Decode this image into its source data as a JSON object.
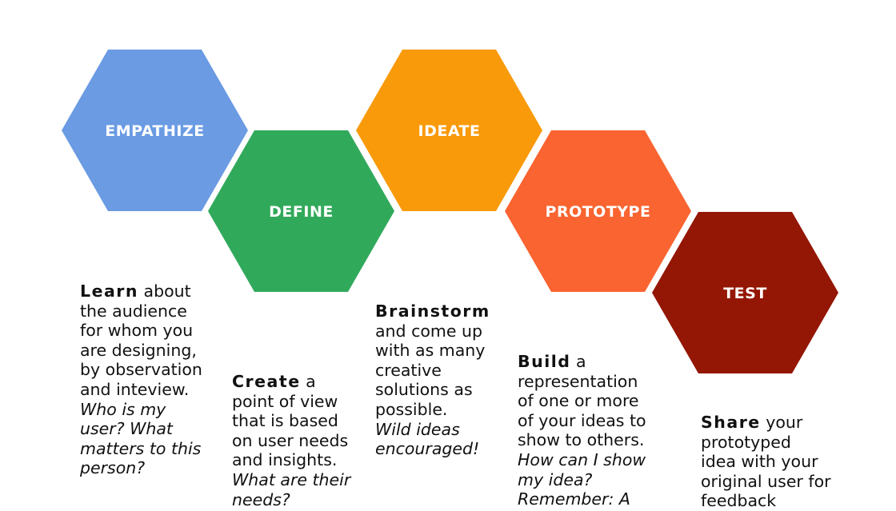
{
  "stages": [
    {
      "label": "Empathize",
      "color": "#6A9BE3"
    },
    {
      "label": "Define",
      "color": "#31A95B"
    },
    {
      "label": "Ideate",
      "color": "#F99A0A"
    },
    {
      "label": "Prototype",
      "color": "#FA6430"
    },
    {
      "label": "Test",
      "color": "#941604"
    }
  ],
  "descriptions": [
    {
      "lead": "Learn",
      "first_rest": " about",
      "lines": [
        "the audience",
        "for whom you",
        "are designing,",
        "by observation",
        "and inteview."
      ],
      "italic": [
        "Who is my",
        "user? What",
        "matters to this",
        "person?"
      ]
    },
    {
      "lead": "Create",
      "first_rest": " a",
      "lines": [
        "point of view",
        "that is based",
        "on user needs",
        "and insights."
      ],
      "italic": [
        "What are their",
        "needs?"
      ]
    },
    {
      "lead": "Brainstorm",
      "first_rest": "",
      "lines": [
        "and come up",
        "with as many",
        "creative",
        "solutions as",
        "possible."
      ],
      "italic": [
        "Wild ideas",
        "encouraged!"
      ]
    },
    {
      "lead": "Build",
      "first_rest": " a",
      "lines": [
        "representation",
        "of one or more",
        "of your ideas to",
        "show to others."
      ],
      "italic": [
        "How can I show",
        "my idea?",
        "Remember: A"
      ]
    },
    {
      "lead": "Share",
      "first_rest": " your",
      "lines": [
        "prototyped",
        "idea with your",
        "original user for",
        "feedback"
      ],
      "italic": []
    }
  ]
}
